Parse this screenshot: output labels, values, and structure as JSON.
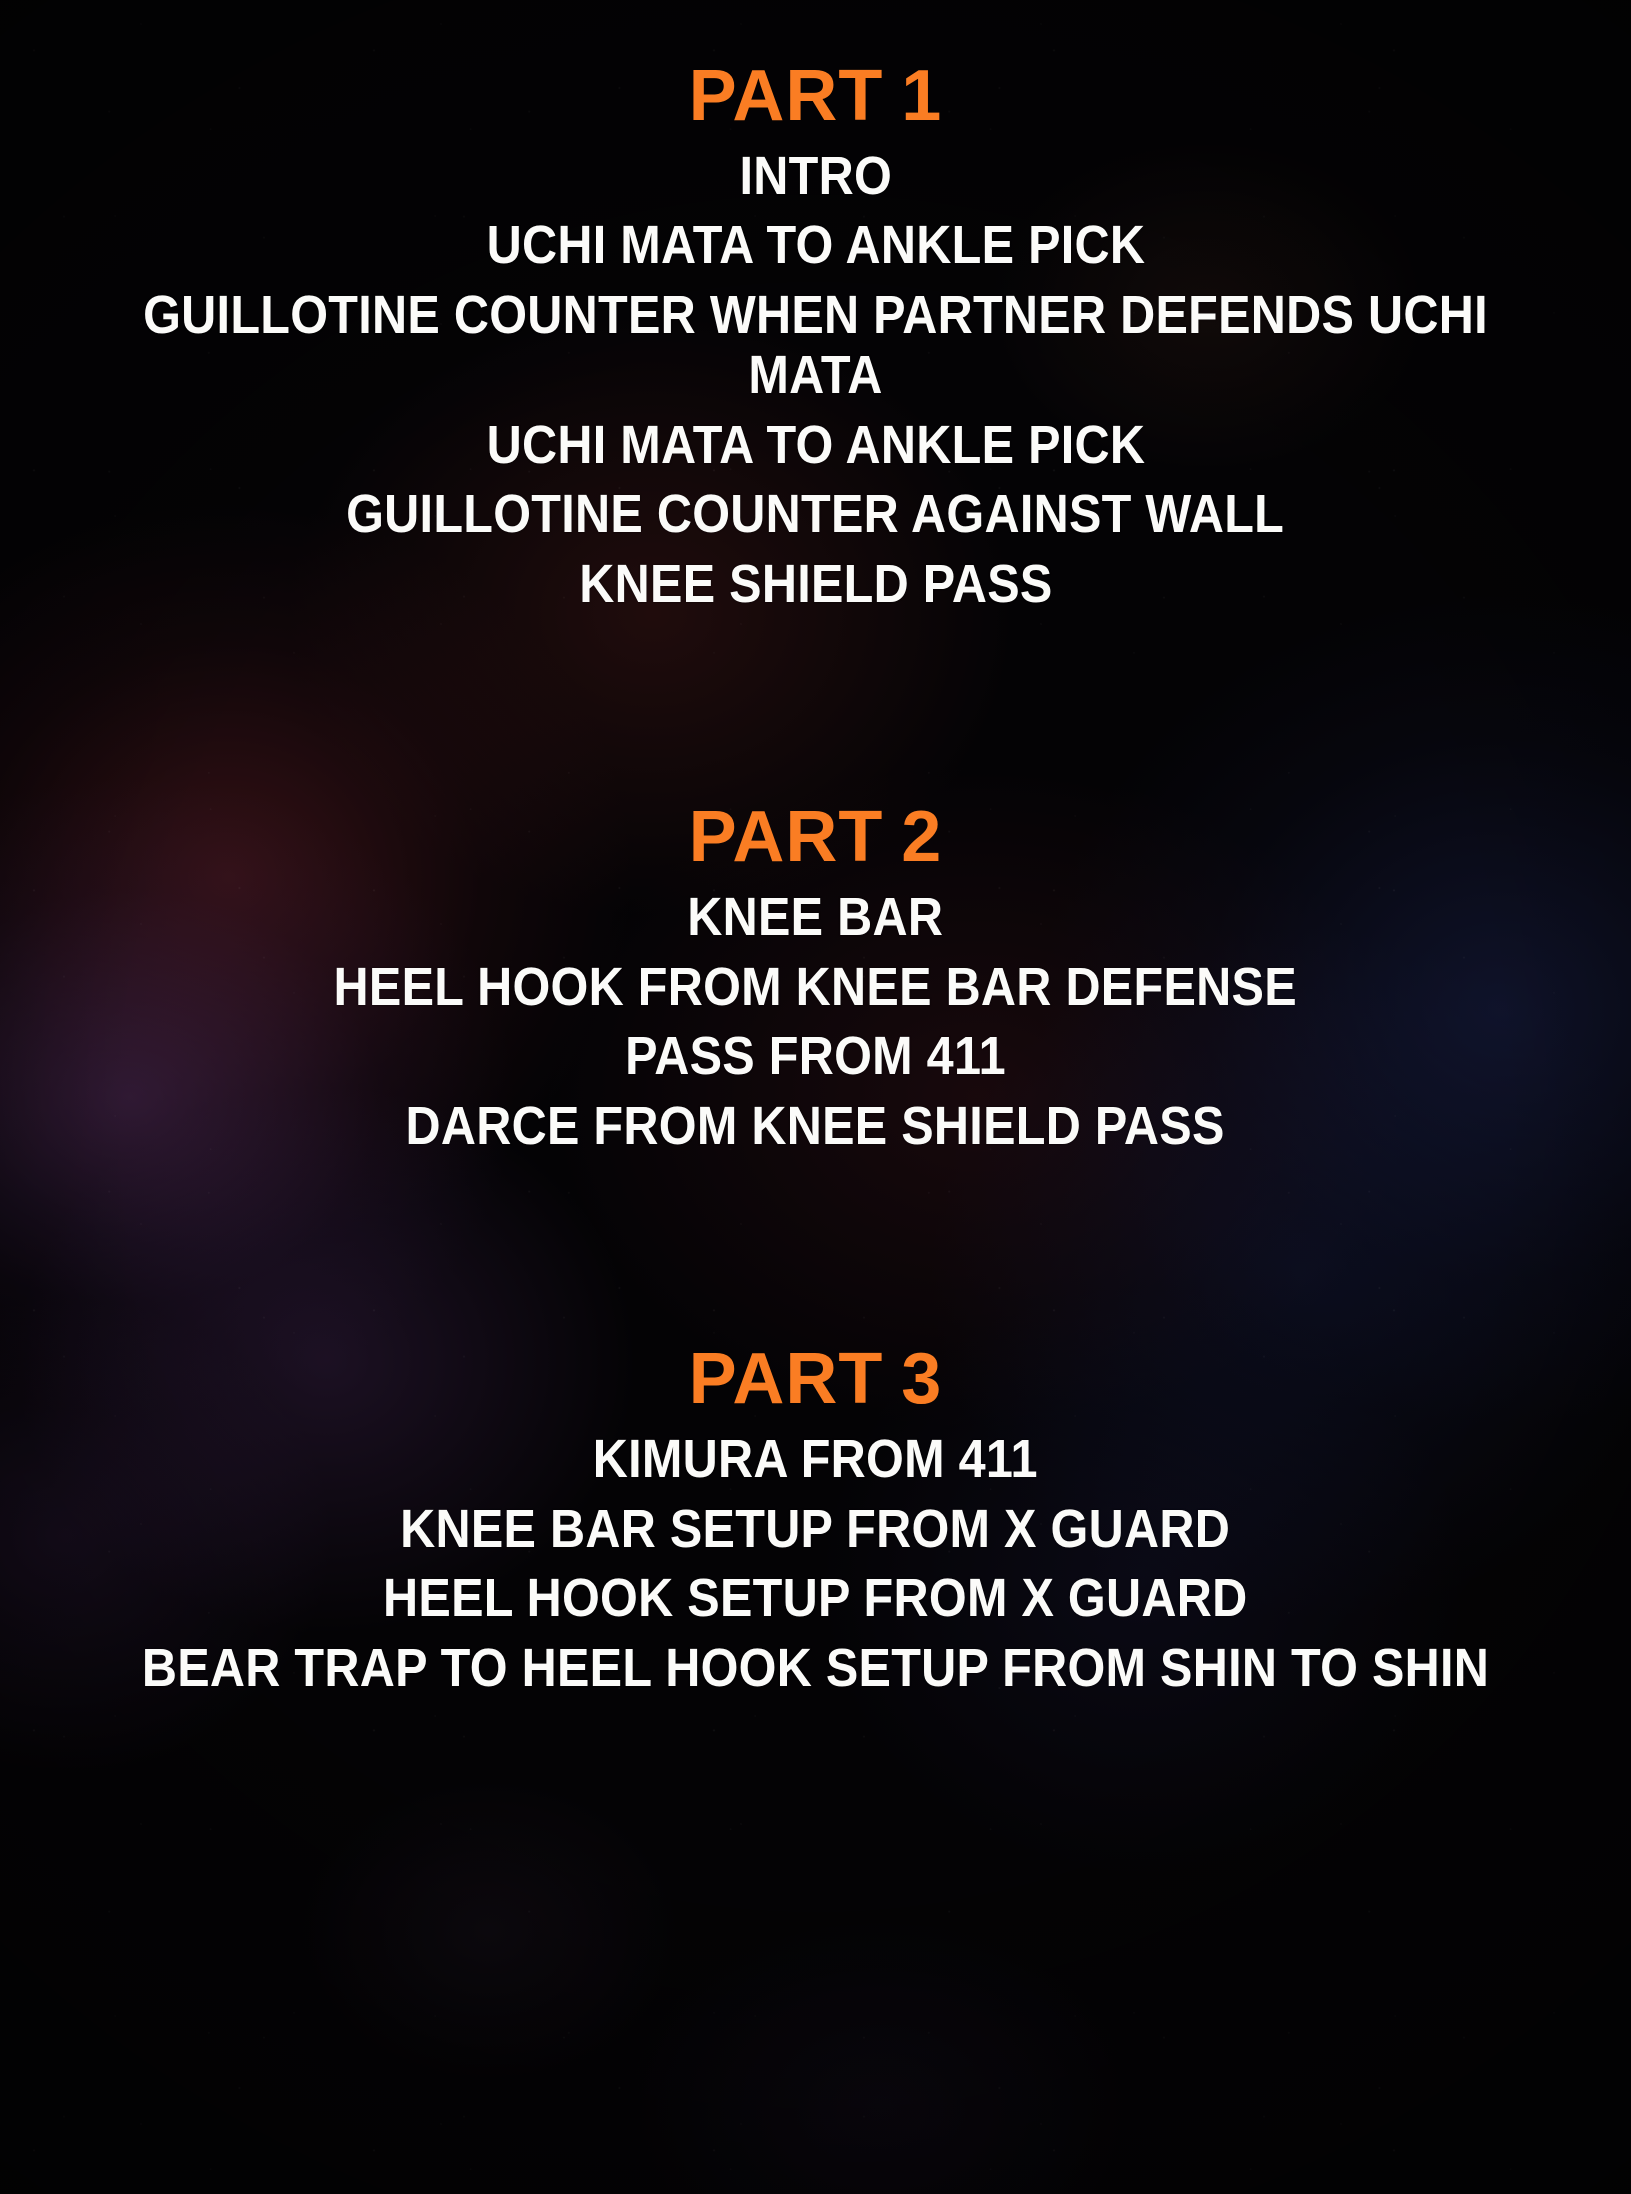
{
  "slide": {
    "background_color": "#050305",
    "accent_color": "#FA7D23",
    "text_color": "#FBFBF9",
    "parts": [
      {
        "heading_word": "PART",
        "heading_number": "1",
        "items": [
          "INTRO",
          "UCHI MATA TO ANKLE PICK",
          "GUILLOTINE COUNTER WHEN PARTNER DEFENDS UCHI MATA",
          "UCHI MATA TO ANKLE PICK",
          "GUILLOTINE COUNTER AGAINST WALL",
          "KNEE SHIELD PASS"
        ]
      },
      {
        "heading_word": "PART",
        "heading_number": "2",
        "items": [
          "KNEE BAR",
          "HEEL HOOK FROM KNEE BAR DEFENSE",
          "PASS FROM 411",
          "DARCE FROM KNEE SHIELD PASS"
        ]
      },
      {
        "heading_word": "PART",
        "heading_number": "3",
        "items": [
          "KIMURA FROM 411",
          "KNEE BAR SETUP FROM X GUARD",
          "HEEL HOOK SETUP FROM X GUARD",
          "BEAR TRAP TO HEEL HOOK SETUP FROM SHIN TO SHIN"
        ]
      }
    ]
  }
}
